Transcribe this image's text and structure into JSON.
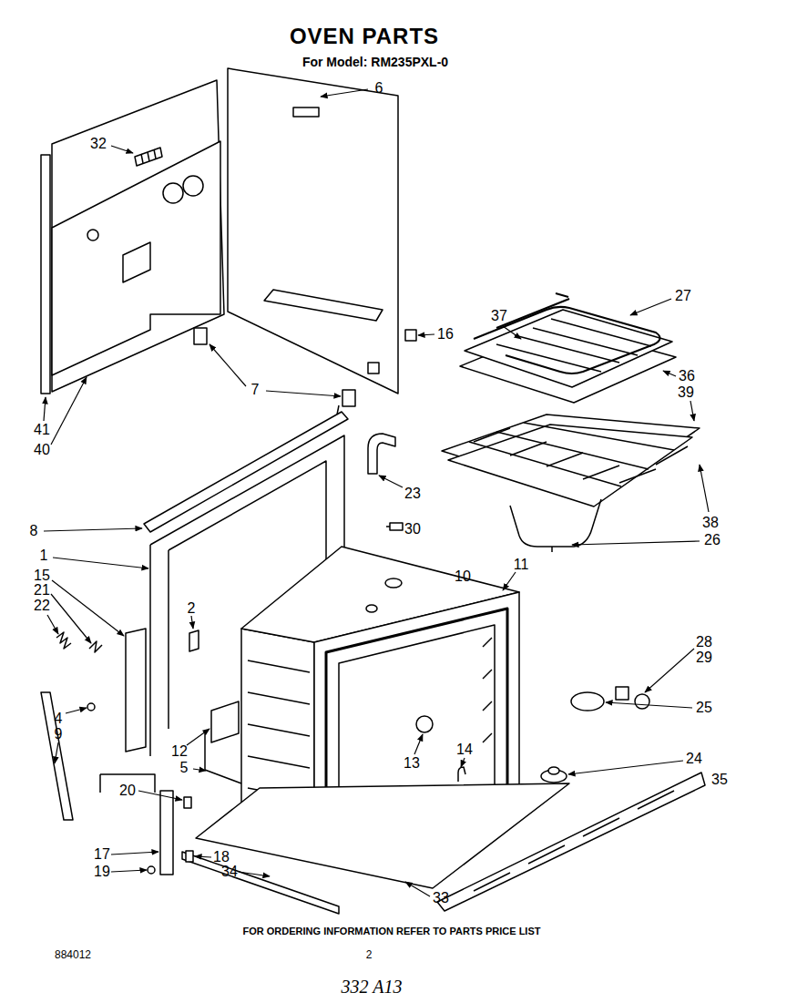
{
  "diagram": {
    "title": "OVEN PARTS",
    "caption": "FOR ORDERING INFORMATION REFER TO PARTS PRICE LIST",
    "labels": [
      "For Model: RM235PXL-0",
      "6",
      "32",
      "27",
      "37",
      "16",
      "36",
      "39",
      "7",
      "41",
      "40",
      "23",
      "8",
      "30",
      "38",
      "26",
      "10",
      "11",
      "1",
      "15",
      "21",
      "22",
      "2",
      "28",
      "29",
      "4",
      "9",
      "12",
      "5",
      "25",
      "13",
      "14",
      "24",
      "35",
      "20",
      "17",
      "19",
      "18",
      "34",
      "33",
      "884012",
      "2",
      "332 A13"
    ]
  }
}
